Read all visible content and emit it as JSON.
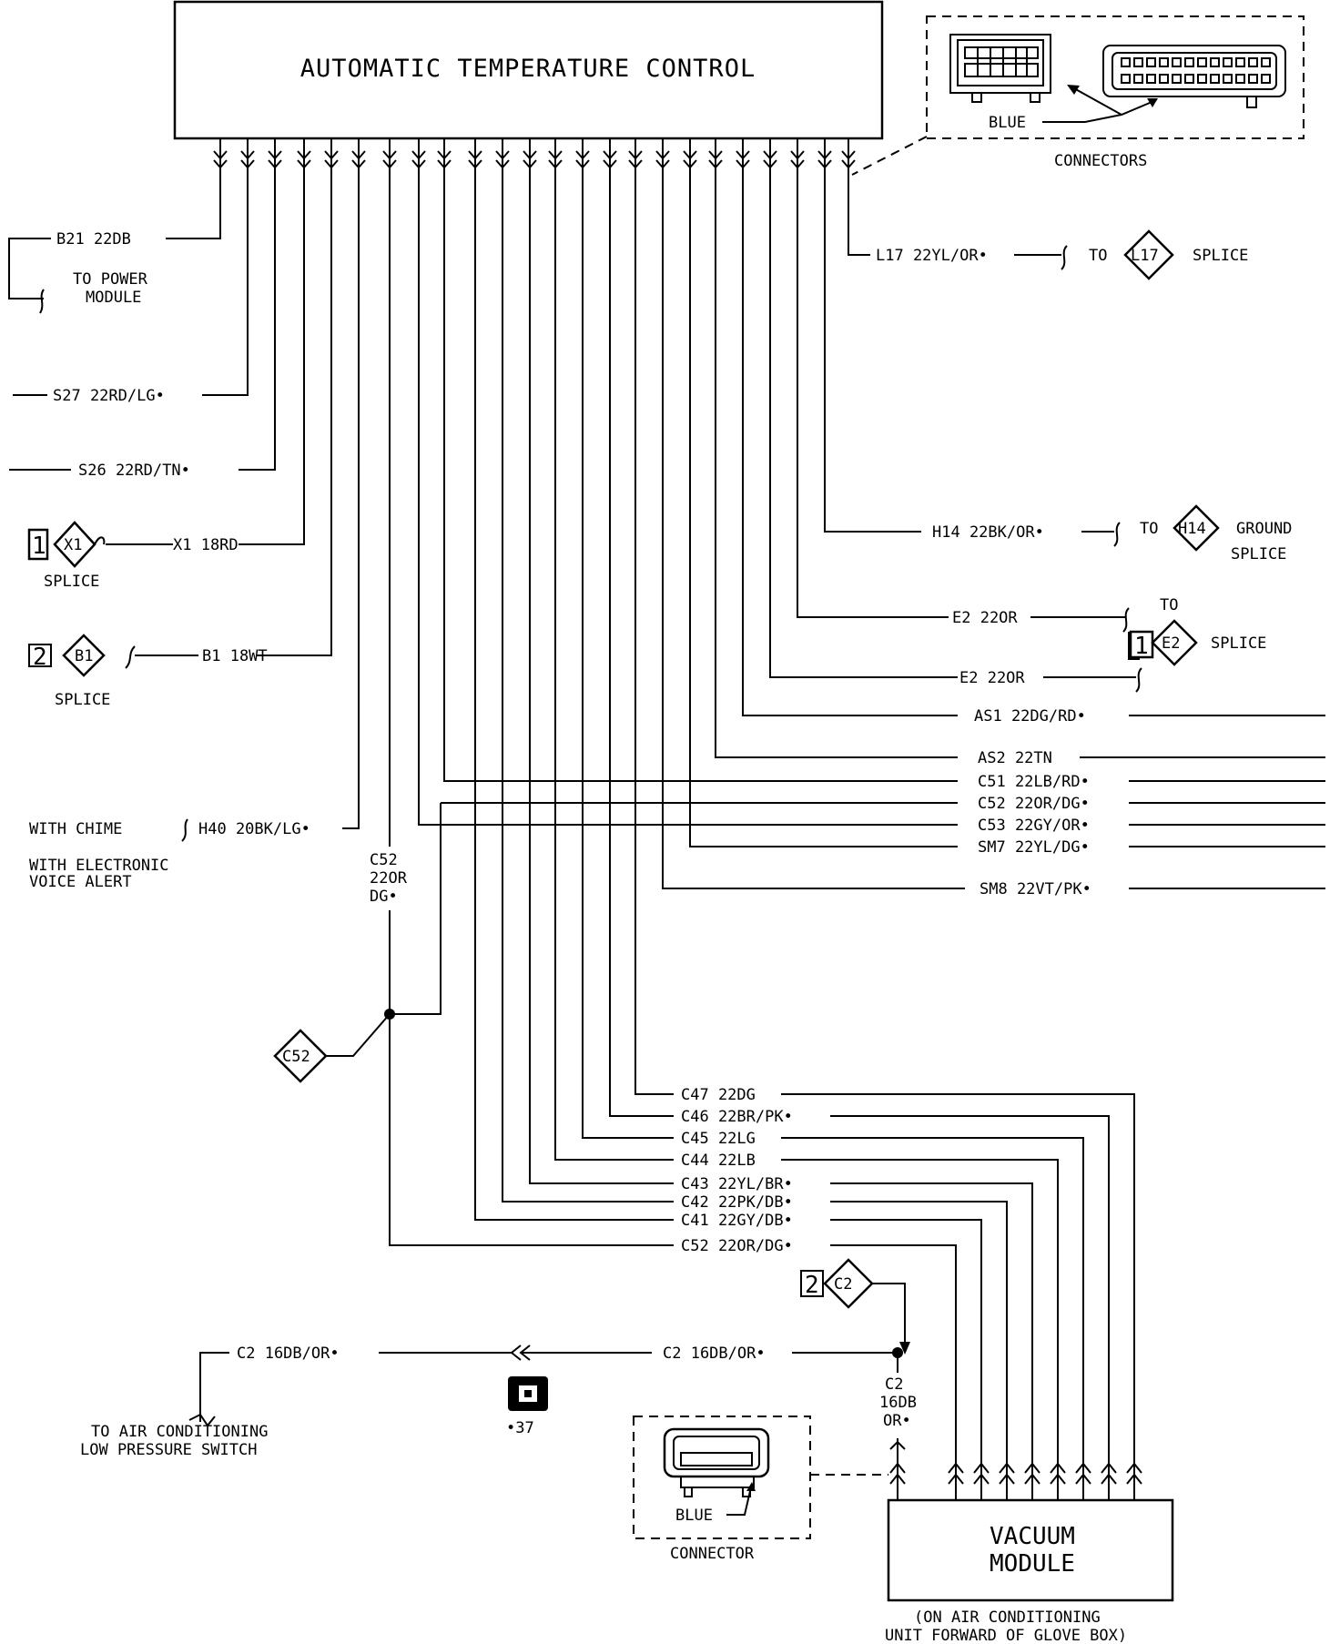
{
  "modules": {
    "atc_title": "AUTOMATIC TEMPERATURE CONTROL",
    "vacuum_line1": "VACUUM",
    "vacuum_line2": "MODULE",
    "vacuum_location_line1": "(ON AIR CONDITIONING",
    "vacuum_location_line2": "UNIT FORWARD OF GLOVE BOX)"
  },
  "connectors": {
    "top_blue": "BLUE",
    "top_caption": "CONNECTORS",
    "bottom_blue": "BLUE",
    "bottom_caption": "CONNECTOR",
    "ground_ref": "•37"
  },
  "wires": {
    "b21": "B21 22DB",
    "s27": "S27 22RD/LG•",
    "s26": "S26 22RD/TN•",
    "x1": "X1 18RD",
    "b1": "B1 18WT",
    "h40": "H40 20BK/LG•",
    "l17": "L17 22YL/OR•",
    "h14": "H14 22BK/OR•",
    "e2a": "E2 22OR",
    "e2b": "E2 22OR",
    "as1": "AS1 22DG/RD•",
    "as2": "AS2 22TN",
    "c51": "C51 22LB/RD•",
    "c52": "C52 22OR/DG•",
    "c53": "C53 22GY/OR•",
    "sm7": "SM7 22YL/DG•",
    "sm8": "SM8 22VT/PK•",
    "c47": "C47 22DG",
    "c46": "C46 22BR/PK•",
    "c45": "C45 22LG",
    "c44": "C44 22LB",
    "c43": "C43 22YL/BR•",
    "c42": "C42 22PK/DB•",
    "c41": "C41 22GY/DB•",
    "c52b": "C52 22OR/DG•",
    "c2a": "C2 16DB/OR•",
    "c2b": "C2 16DB/OR•",
    "c52_vert": [
      "C52",
      "22OR",
      "DG•"
    ],
    "c2_vert": [
      "C2",
      "16DB",
      "OR•"
    ]
  },
  "notes": {
    "to_power_module": [
      "TO POWER",
      "MODULE"
    ],
    "with_chime": "WITH CHIME",
    "with_eva": [
      "WITH ELECTRONIC",
      "VOICE ALERT"
    ],
    "to_ac_switch": [
      "TO AIR CONDITIONING",
      "LOW PRESSURE SWITCH"
    ],
    "to": "TO",
    "splice": "SPLICE",
    "ground": "GROUND"
  },
  "splices": {
    "x1": {
      "pin": "1",
      "id": "X1"
    },
    "b1": {
      "pin": "2",
      "id": "B1"
    },
    "e2": {
      "pin": "1",
      "id": "E2"
    },
    "c2": {
      "pin": "2",
      "id": "C2"
    },
    "c52": {
      "id": "C52"
    },
    "l17": {
      "id": "L17"
    },
    "h14": {
      "id": "H14"
    }
  }
}
